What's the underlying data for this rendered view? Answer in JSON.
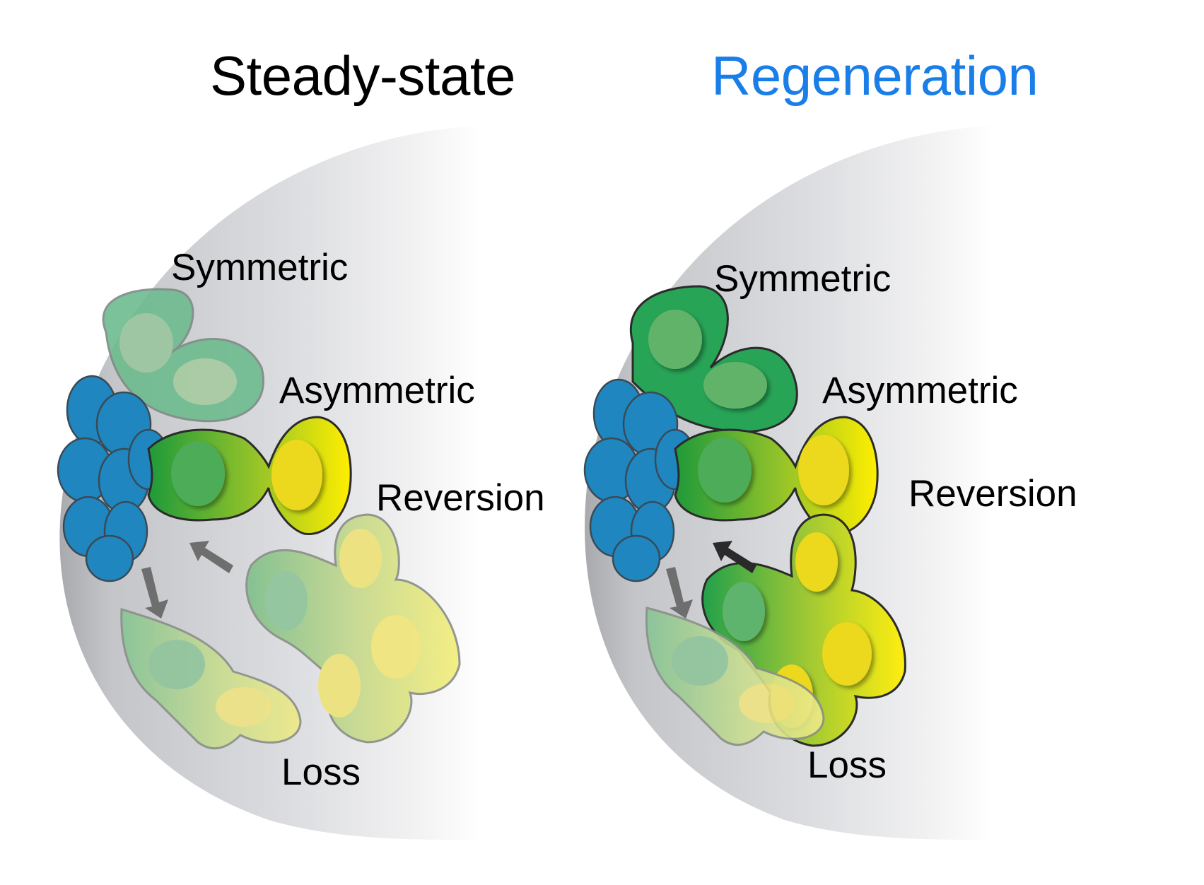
{
  "colors": {
    "title_left": "#000000",
    "title_right": "#1a7ee8",
    "stem_cell": "#1f86c0",
    "green_cell": "#27a456",
    "yellow_cell": "#f3e210",
    "background_disc": "#c8c9cc",
    "arrow_gray": "#6e6e6e",
    "arrow_dark": "#2a2a2a"
  },
  "panels": [
    {
      "title": "Steady-state",
      "labels": {
        "symmetric": "Symmetric",
        "asymmetric": "Asymmetric",
        "reversion": "Reversion",
        "loss": "Loss"
      },
      "emphasis": {
        "symmetric": "faded",
        "asymmetric": "highlighted",
        "reversion": "faded",
        "loss": "faded"
      }
    },
    {
      "title": "Regeneration",
      "labels": {
        "symmetric": "Symmetric",
        "asymmetric": "Asymmetric",
        "reversion": "Reversion",
        "loss": "Loss"
      },
      "emphasis": {
        "symmetric": "highlighted",
        "asymmetric": "highlighted",
        "reversion": "highlighted",
        "loss": "faded"
      }
    }
  ]
}
